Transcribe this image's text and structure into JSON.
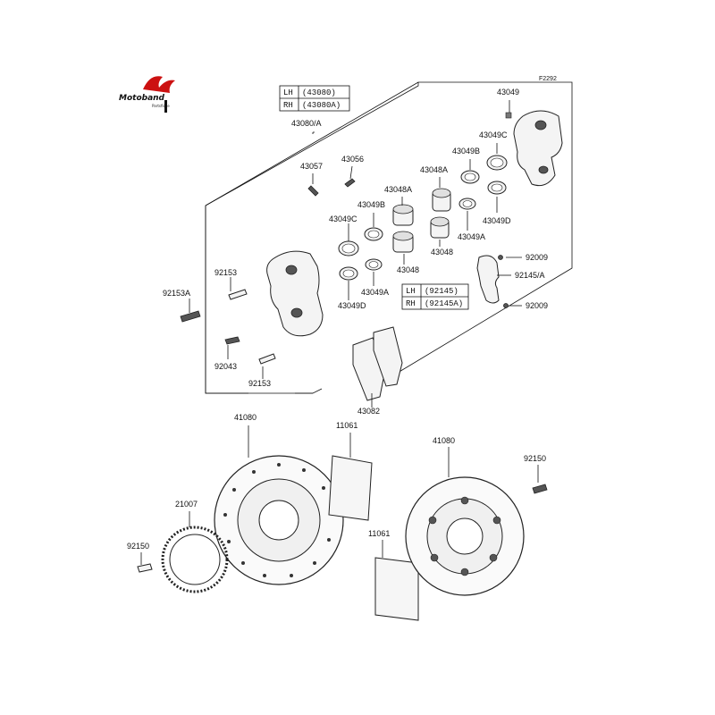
{
  "figure_code": "F2292",
  "logo": {
    "text": "Motoband",
    "sub": "Partsfiche"
  },
  "box_caliper": {
    "rows": [
      {
        "side": "LH",
        "part": "(43080)"
      },
      {
        "side": "RH",
        "part": "(43080A)"
      }
    ],
    "assembly_label": "43080/A"
  },
  "box_bracket": {
    "rows": [
      {
        "side": "LH",
        "part": "(92145)"
      },
      {
        "side": "RH",
        "part": "(92145A)"
      }
    ]
  },
  "labels": {
    "p43049_top": "43049",
    "p43049c_r": "43049C",
    "p43049b_r": "43049B",
    "p43048a_r": "43048A",
    "p43048a_l": "43048A",
    "p43049b_l": "43049B",
    "p43049c_l": "43049C",
    "p43057": "43057",
    "p43056": "43056",
    "p43049d_r": "43049D",
    "p43049a_r": "43049A",
    "p43048_r": "43048",
    "p43048_l": "43048",
    "p43049a_l": "43049A",
    "p43049d_l": "43049D",
    "p92153_a": "92153",
    "p92153a": "92153A",
    "p92043": "92043",
    "p92153_b": "92153",
    "p92009_a": "92009",
    "p92145a": "92145/A",
    "p92009_b": "92009",
    "p43082": "43082",
    "p41080_l": "41080",
    "p11061_a": "11061",
    "p41080_r": "41080",
    "p92150_r": "92150",
    "p21007": "21007",
    "p92150_l": "92150",
    "p11061_b": "11061"
  }
}
